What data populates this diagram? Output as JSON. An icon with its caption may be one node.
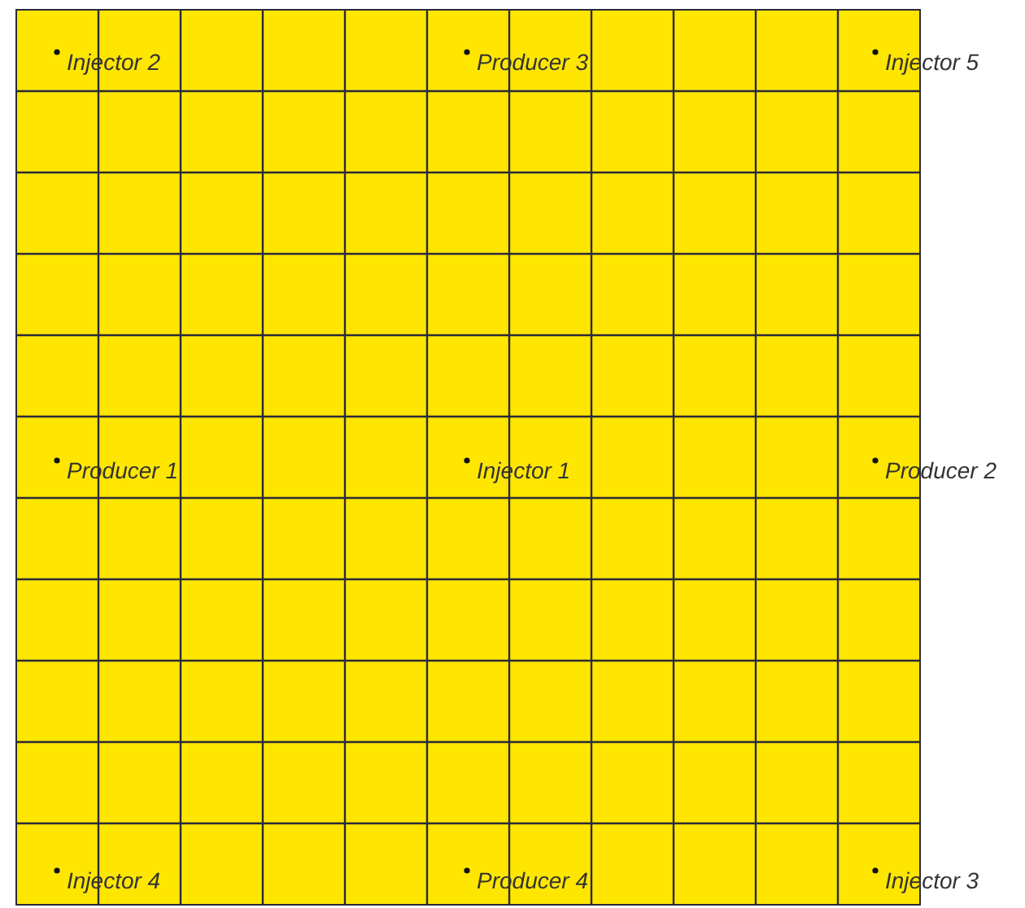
{
  "diagram": {
    "labels": [
      "Injector 2",
      "Producer 3",
      "Injector 5",
      "Producer 1",
      "Injector 1",
      "Producer 2",
      "Injector 4",
      "Producer 4",
      "Injector 3"
    ]
  }
}
